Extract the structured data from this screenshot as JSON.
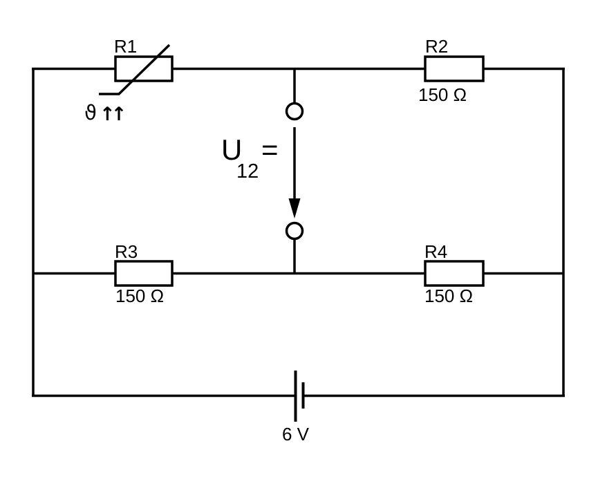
{
  "circuit": {
    "background": "#ffffff",
    "line_color": "#000000",
    "resistors": {
      "r1": {
        "label": "R1",
        "temperature_symbol": "ϑ",
        "temperature_arrows": "↑↑"
      },
      "r2": {
        "label": "R2",
        "value": "150 Ω"
      },
      "r3": {
        "label": "R3",
        "value": "150 Ω"
      },
      "r4": {
        "label": "R4",
        "value": "150 Ω"
      }
    },
    "voltage_annotation": {
      "symbol": "U",
      "subscript": "12",
      "operator": "="
    },
    "battery": {
      "value": "6 V"
    }
  }
}
